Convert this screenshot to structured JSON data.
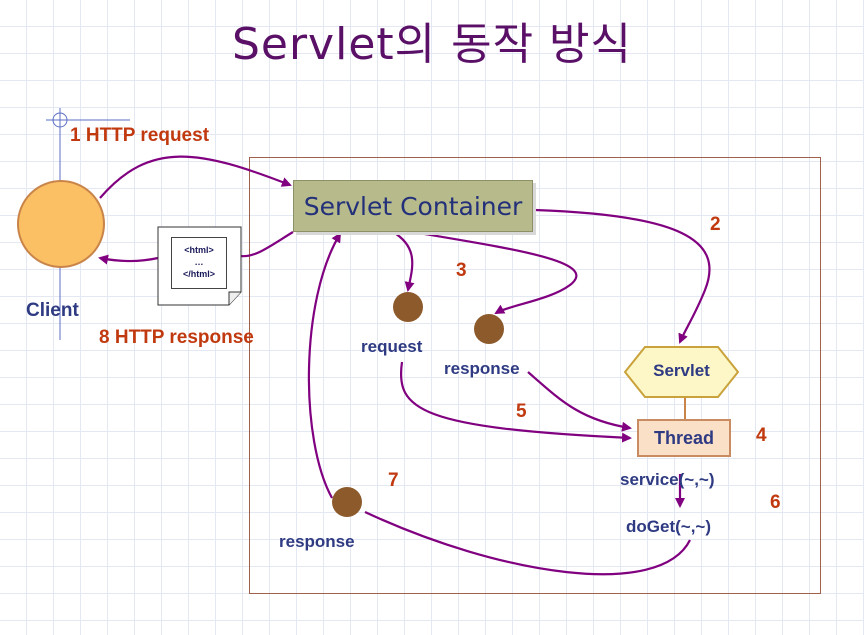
{
  "title": "Servlet의 동작 방식",
  "client": {
    "label": "Client"
  },
  "steps": {
    "s1": "1 HTTP request",
    "s2": "2",
    "s3": "3",
    "s4": "4",
    "s5": "5",
    "s6": "6",
    "s7": "7",
    "s8": "8 HTTP response"
  },
  "container": {
    "label": "Servlet Container"
  },
  "servlet": {
    "label": "Servlet"
  },
  "thread": {
    "label": "Thread"
  },
  "objects": {
    "request": "request",
    "response_upper": "response",
    "response_lower": "response"
  },
  "methods": {
    "service": "service(~,~)",
    "doget": "doGet(~,~)"
  },
  "document": {
    "line1": "<html>",
    "line2": "…",
    "line3": "</html>"
  },
  "colors": {
    "title": "#5a1066",
    "step_labels": "#c0390f",
    "labels": "#2e3a82",
    "arrows": "#800080",
    "container_box": "#b7ba8a",
    "client": "#fbbf64",
    "objects": "#8c5a2b"
  }
}
